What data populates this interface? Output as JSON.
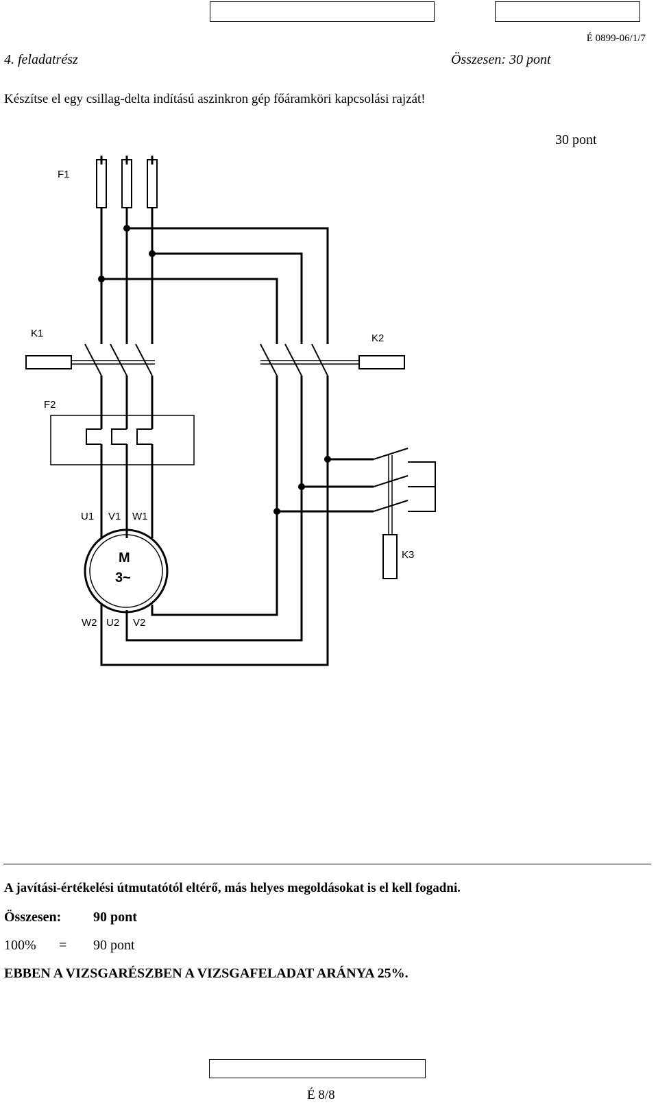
{
  "header": {
    "code": "É 0899-06/1/7",
    "section": "4. feladatrész",
    "total": "Összesen: 30 pont"
  },
  "task": {
    "text": "Készítse el egy csillag-delta indítású aszinkron gép főáramköri kapcsolási rajzát!",
    "points": "30 pont"
  },
  "diagram": {
    "labels": {
      "f1": "F1",
      "f2": "F2",
      "k1": "K1",
      "k2": "K2",
      "k3": "K3",
      "u1": "U1",
      "v1": "V1",
      "w1": "W1",
      "w2": "W2",
      "u2": "U2",
      "v2": "V2",
      "motor_m": "M",
      "motor_type": "3~"
    }
  },
  "footer": {
    "note": "A javítási-értékelési útmutatótól eltérő, más helyes megoldásokat is el kell fogadni.",
    "total_label": "Összesen:",
    "total_value": "90 pont",
    "percent": "100%",
    "equals": "=",
    "percent_value": "90 pont",
    "ratio": "EBBEN A VIZSGARÉSZBEN A VIZSGAFELADAT ARÁNYA 25%.",
    "page": "É 8/8"
  }
}
